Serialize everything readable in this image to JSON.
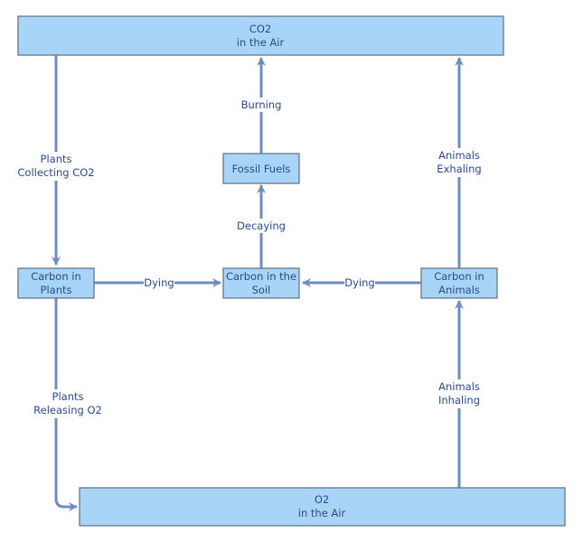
{
  "colors": {
    "box_fill": "#a8d4f7",
    "box_stroke": "#6f7f8f",
    "edge": "#6c8ebf",
    "text": "#2a4a8a"
  },
  "nodes": {
    "co2": {
      "line1": "CO2",
      "line2": "in the Air"
    },
    "fossil": {
      "line1": "Fossil Fuels"
    },
    "plants": {
      "line1": "Carbon in",
      "line2": "Plants"
    },
    "soil": {
      "line1": "Carbon in the",
      "line2": "Soil"
    },
    "animals": {
      "line1": "Carbon in",
      "line2": "Animals"
    },
    "o2": {
      "line1": "O2",
      "line2": "in the Air"
    }
  },
  "edges": {
    "collecting": {
      "line1": "Plants",
      "line2": "Collecting CO2"
    },
    "burning": {
      "line1": "Burning"
    },
    "exhaling": {
      "line1": "Animals",
      "line2": "Exhaling"
    },
    "decaying": {
      "line1": "Decaying"
    },
    "dying_plants": {
      "line1": "Dying"
    },
    "dying_animals": {
      "line1": "Dying"
    },
    "releasing": {
      "line1": "Plants",
      "line2": "Releasing O2"
    },
    "inhaling": {
      "line1": "Animals",
      "line2": "Inhaling"
    }
  }
}
